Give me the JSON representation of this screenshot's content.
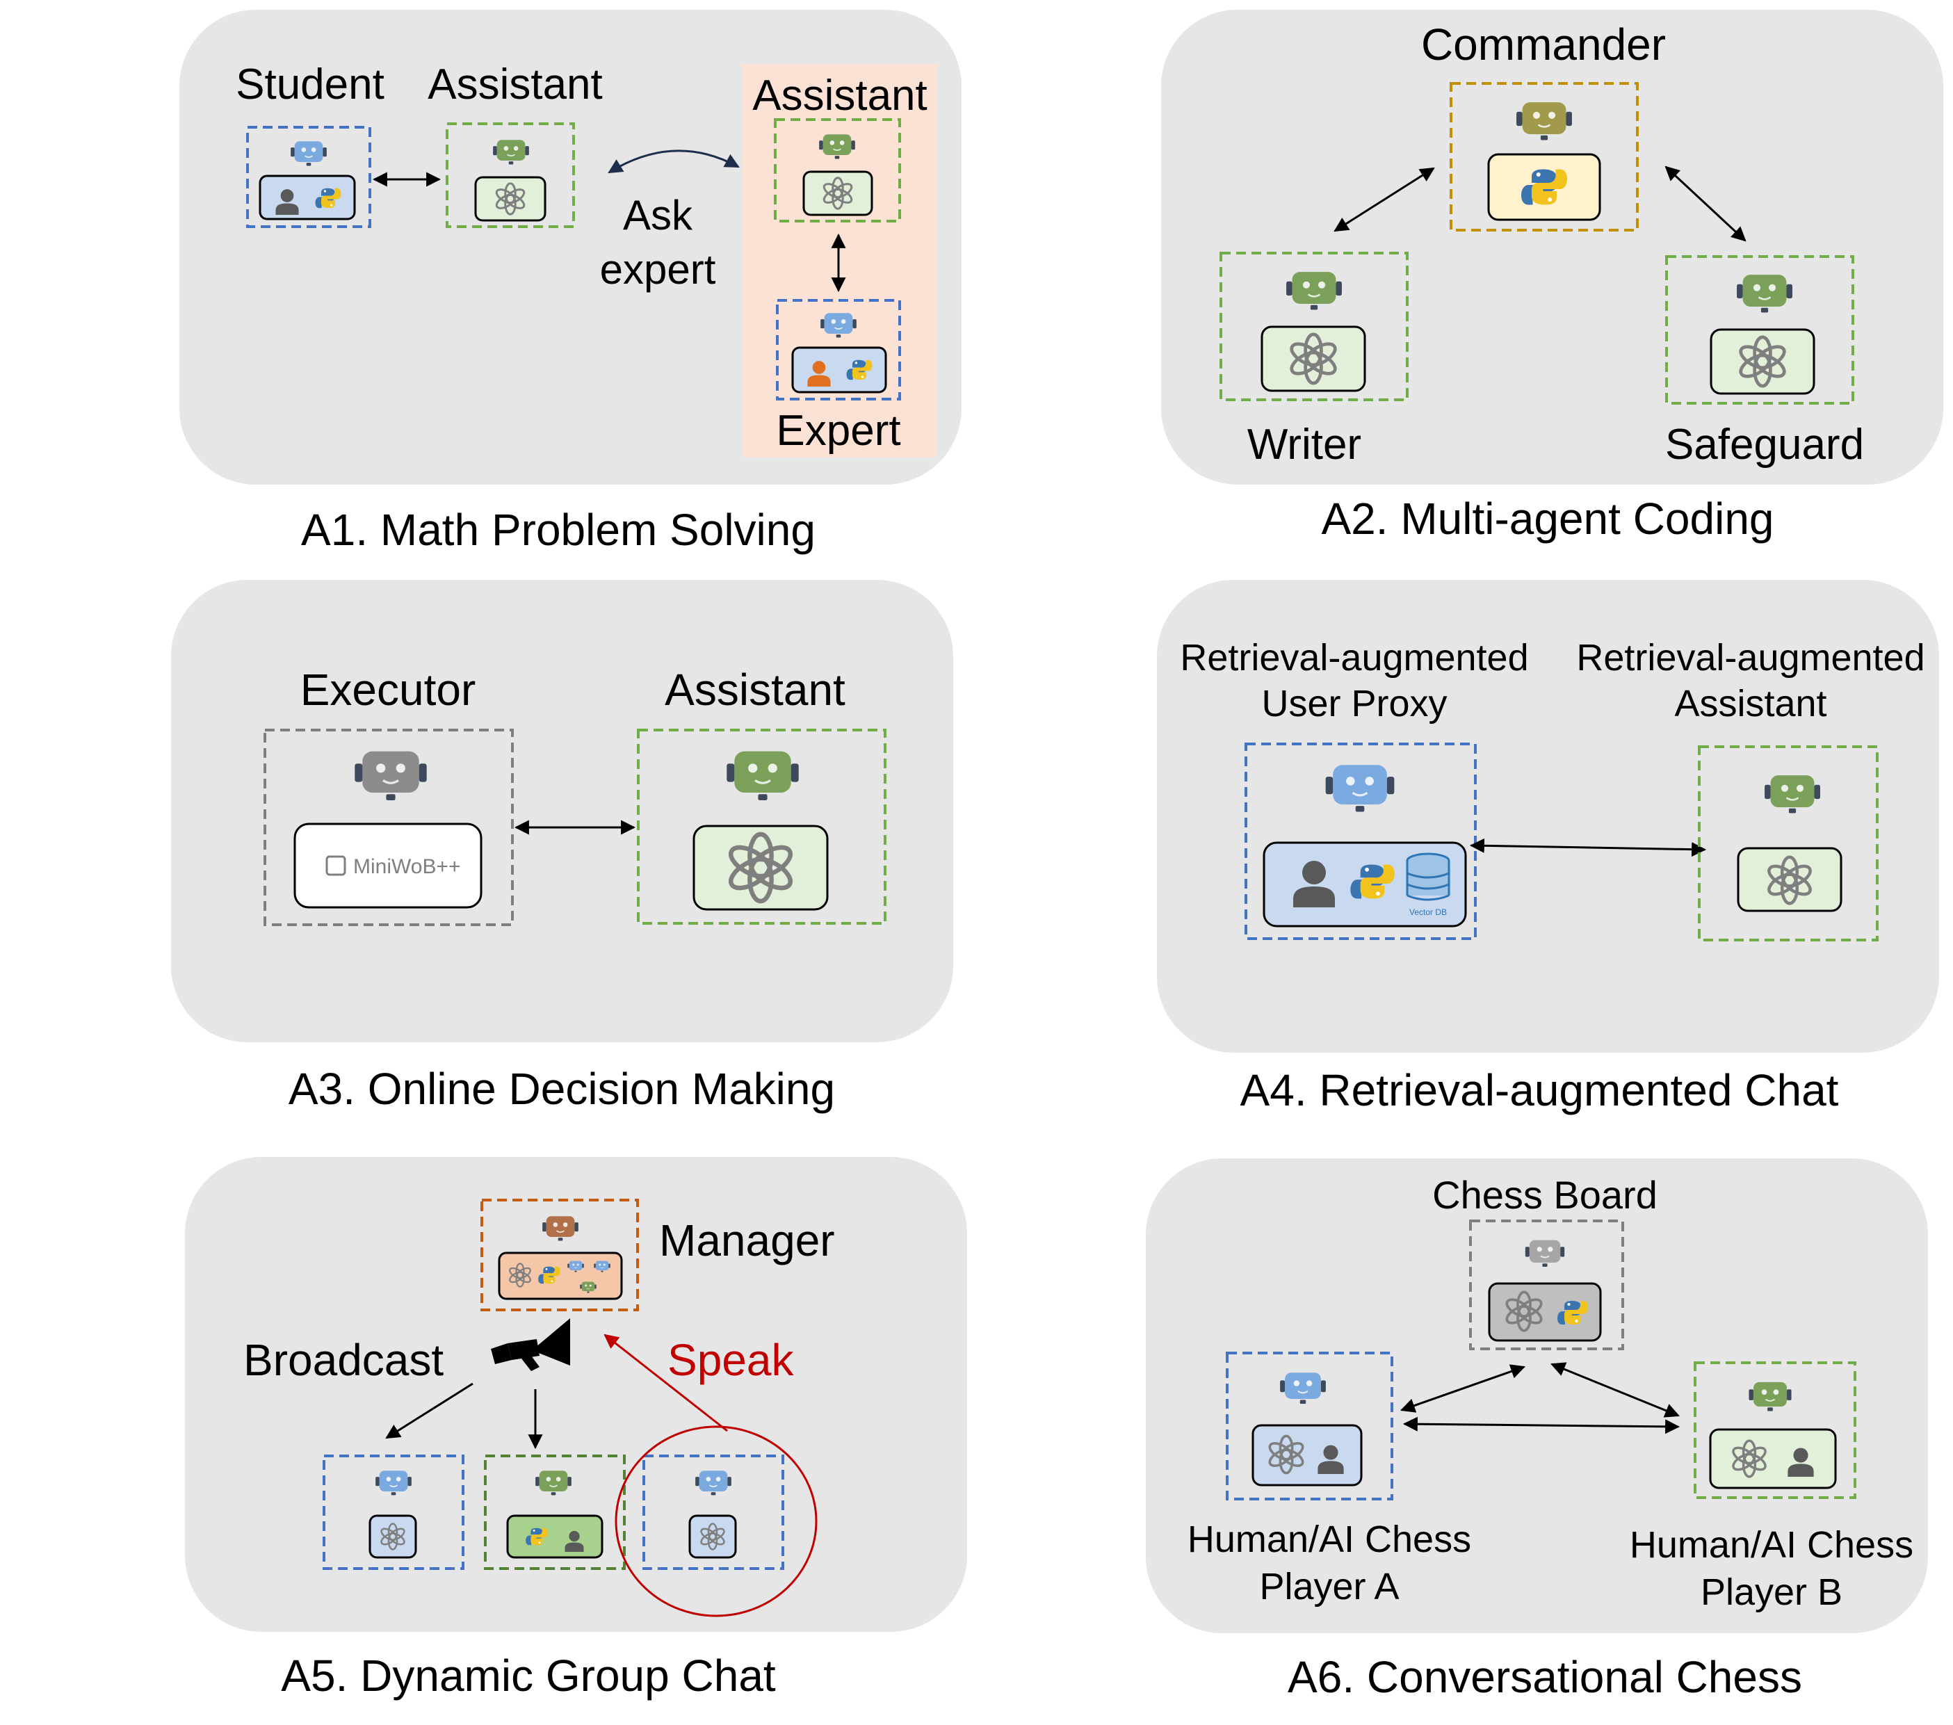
{
  "colors": {
    "panel": "#e6e6e6",
    "expert_zone": "#fbe2d5",
    "blue_dash": "#4472c4",
    "green_dash": "#70ad47",
    "gold_dash": "#bf9000",
    "gray_dash": "#7f7f7f",
    "red_dash": "#c55a11",
    "speak_red": "#c00000",
    "text": "#000000"
  },
  "a1": {
    "caption": "A1. Math Problem Solving",
    "student_label": "Student",
    "assistant_label": "Assistant",
    "assistant2_label": "Assistant",
    "ask_label_line1": "Ask",
    "ask_label_line2": "expert",
    "expert_label": "Expert"
  },
  "a2": {
    "caption": "A2. Multi-agent Coding",
    "commander_label": "Commander",
    "writer_label": "Writer",
    "safeguard_label": "Safeguard"
  },
  "a3": {
    "caption": "A3. Online Decision Making",
    "executor_label": "Executor",
    "assistant_label": "Assistant",
    "miniwob_text": "MiniWoB++"
  },
  "a4": {
    "caption": "A4. Retrieval-augmented Chat",
    "proxy_label_line1": "Retrieval-augmented",
    "proxy_label_line2": "User Proxy",
    "assistant_label_line1": "Retrieval-augmented",
    "assistant_label_line2": "Assistant",
    "vector_db_text": "Vector DB"
  },
  "a5": {
    "caption": "A5. Dynamic Group Chat",
    "manager_label": "Manager",
    "broadcast_label": "Broadcast",
    "speak_label": "Speak"
  },
  "a6": {
    "caption": "A6. Conversational Chess",
    "board_label": "Chess Board",
    "player_a_line1": "Human/AI Chess",
    "player_a_line2": "Player A",
    "player_b_line1": "Human/AI Chess",
    "player_b_line2": "Player B"
  }
}
